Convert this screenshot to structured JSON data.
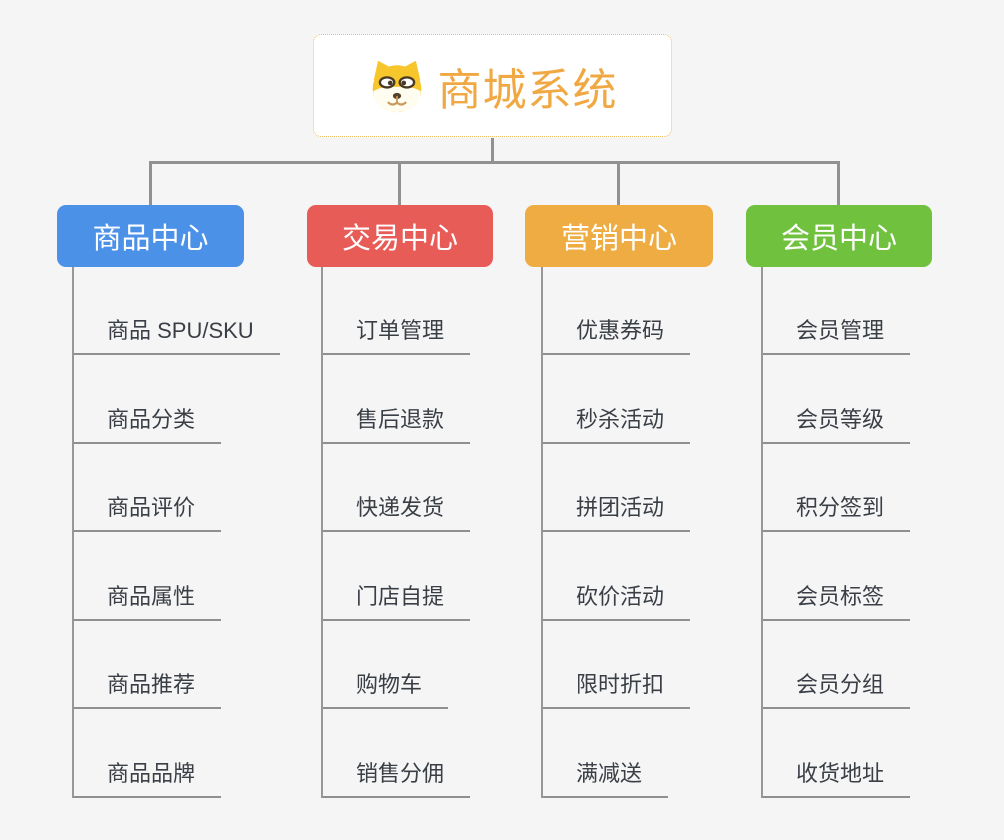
{
  "canvas": {
    "background": "#F5F5F6",
    "connector_color": "#919191",
    "leaf_line_color": "#8F8F8F",
    "leaf_text_color": "#3A3F45"
  },
  "root": {
    "title": "商城系统",
    "icon": "dog-logo-icon",
    "text_color": "#F0A843",
    "border_color": "#F2BC5E",
    "background": "#FFFFFF"
  },
  "branches": [
    {
      "id": "product",
      "label": "商品中心",
      "color": "#4B91E8",
      "children": [
        "商品 SPU/SKU",
        "商品分类",
        "商品评价",
        "商品属性",
        "商品推荐",
        "商品品牌"
      ]
    },
    {
      "id": "trade",
      "label": "交易中心",
      "color": "#E85C58",
      "children": [
        "订单管理",
        "售后退款",
        "快递发货",
        "门店自提",
        "购物车",
        "销售分佣"
      ]
    },
    {
      "id": "marketing",
      "label": "营销中心",
      "color": "#EEAC42",
      "children": [
        "优惠券码",
        "秒杀活动",
        "拼团活动",
        "砍价活动",
        "限时折扣",
        "满减送"
      ]
    },
    {
      "id": "member",
      "label": "会员中心",
      "color": "#6FC13E",
      "children": [
        "会员管理",
        "会员等级",
        "积分签到",
        "会员标签",
        "会员分组",
        "收货地址"
      ]
    }
  ]
}
